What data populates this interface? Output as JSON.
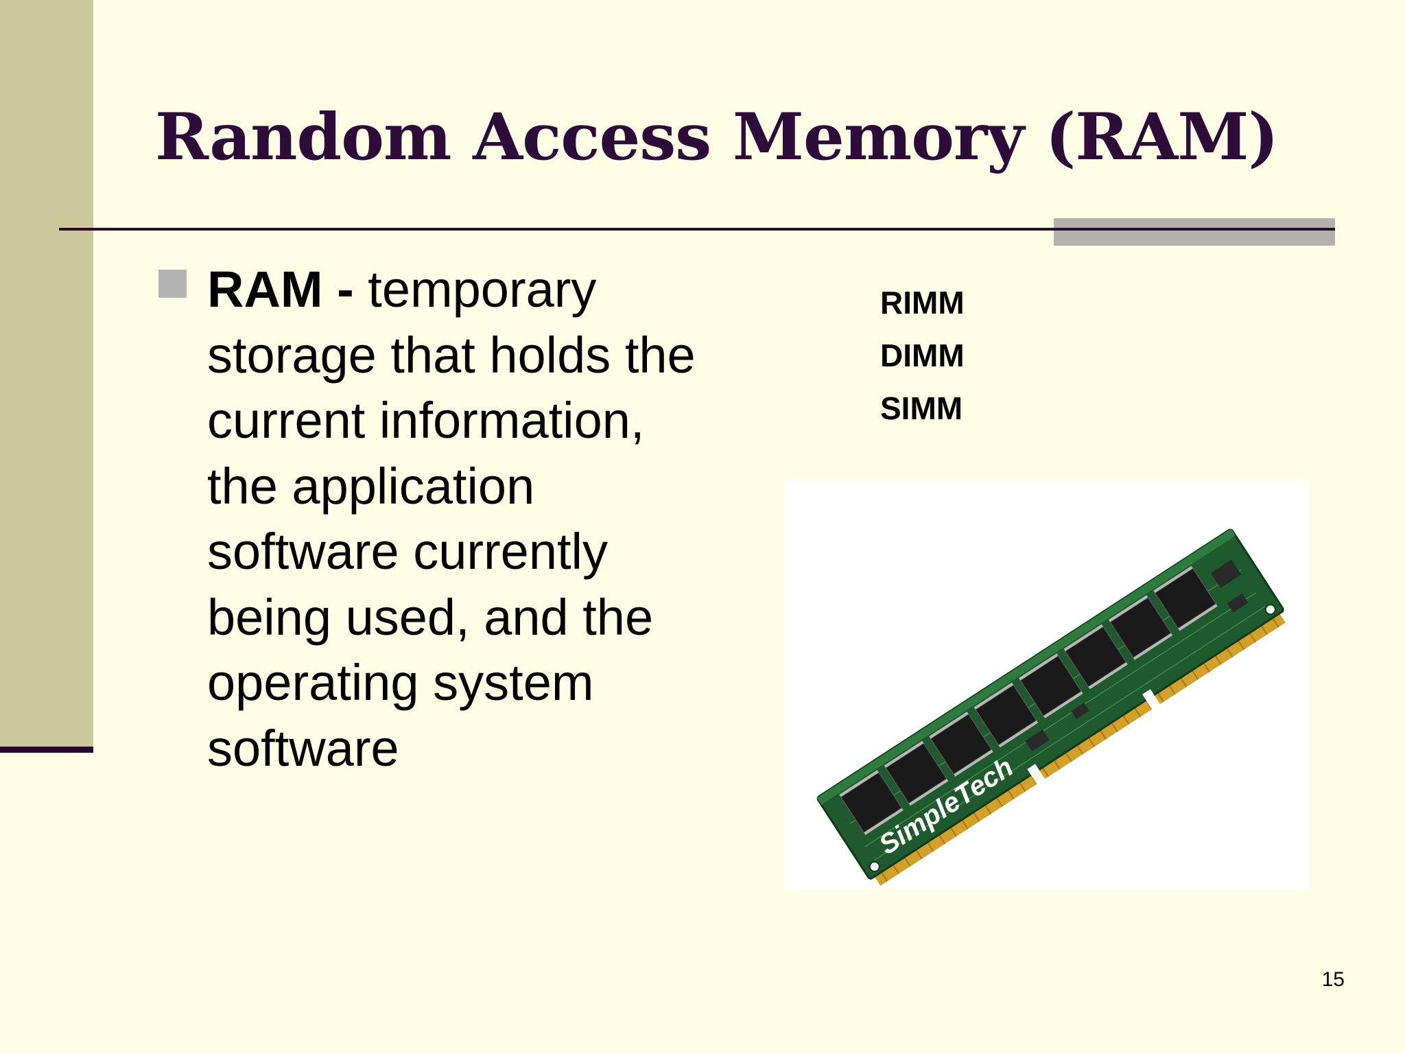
{
  "slide": {
    "title": "Random Access Memory (RAM)",
    "bullet": {
      "term": "RAM",
      "separator": " - ",
      "definition": "temporary storage that holds the current information, the application software currently being used, and the operating system software"
    },
    "memory_types": [
      "RIMM",
      "DIMM",
      "SIMM"
    ],
    "image": {
      "brand_text": "SimpleTech"
    },
    "page_number": "15"
  },
  "colors": {
    "background": "#fffde6",
    "left_band": "#cdc99b",
    "title": "#2d0c3a",
    "rule": "#2a0a2a",
    "accent_gray": "#b3b1b0"
  },
  "icons": {
    "bullet": "square-bullet-icon"
  }
}
